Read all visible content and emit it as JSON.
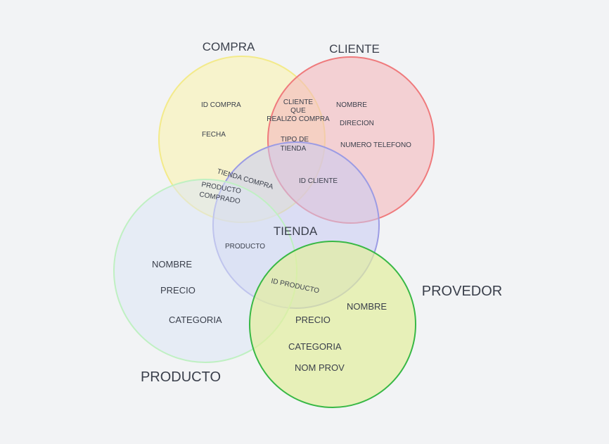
{
  "circles": {
    "compra": {
      "title": "COMPRA",
      "fill": "#f8f3be",
      "stroke": "#f3ea8a"
    },
    "cliente": {
      "title": "CLIENTE",
      "fill": "#f3b9bd",
      "stroke": "#ef7a7c"
    },
    "tienda": {
      "title": "TIENDA",
      "fill": "#c8caf2",
      "stroke": "#9b9be4"
    },
    "producto": {
      "title": "PRODUCTO",
      "fill": "#dde6f4",
      "stroke": "#bff0c2"
    },
    "provedor": {
      "title": "PROVEDOR",
      "fill": "#e2ee9e",
      "stroke": "#38b845"
    }
  },
  "labels": {
    "compra_id": "ID COMPRA",
    "compra_fecha": "FECHA",
    "cliente_realizo_1": "CLIENTE",
    "cliente_realizo_2": "QUE",
    "cliente_realizo_3": "REALIZO COMPRA",
    "tipo_tienda_1": "TIPO DE",
    "tipo_tienda_2": "TIENDA",
    "cliente_nombre": "NOMBRE",
    "cliente_direccion": "DIRECION",
    "cliente_telefono": "NUMERO TELEFONO",
    "id_cliente": "ID CLIENTE",
    "tienda_compra": "TIENDA COMPRA",
    "producto_comprado_1": "PRODUCTO",
    "producto_comprado_2": "COMPRADO",
    "tienda_producto": "PRODUCTO",
    "producto_nombre": "NOMBRE",
    "producto_precio": "PRECIO",
    "producto_categoria": "CATEGORIA",
    "id_producto": "ID PRODUCTO",
    "provedor_nombre": "NOMBRE",
    "provedor_precio": "PRECIO",
    "provedor_categoria": "CATEGORIA",
    "provedor_nom_prov": "NOM PROV"
  }
}
